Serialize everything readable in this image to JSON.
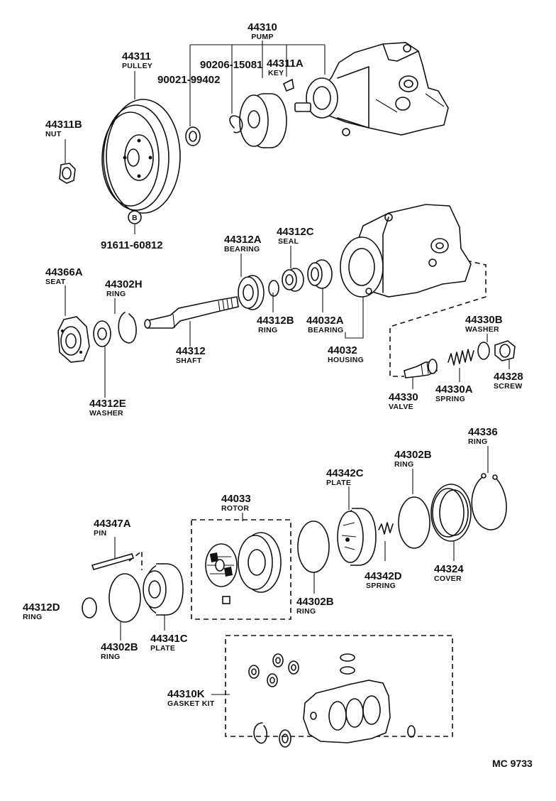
{
  "diagram": {
    "code": "MC 9733",
    "callout_letter": "B",
    "parts": {
      "p44310": {
        "number": "44310",
        "name": "PUMP"
      },
      "p44311": {
        "number": "44311",
        "name": "PULLEY"
      },
      "p90021": {
        "number": "90021-99402",
        "name": ""
      },
      "p90206": {
        "number": "90206-15081",
        "name": ""
      },
      "p44311A": {
        "number": "44311A",
        "name": "KEY"
      },
      "p44311B": {
        "number": "44311B",
        "name": "NUT"
      },
      "p91611": {
        "number": "91611-60812",
        "name": ""
      },
      "p44312A": {
        "number": "44312A",
        "name": "BEARING"
      },
      "p44312C": {
        "number": "44312C",
        "name": "SEAL"
      },
      "p44366A": {
        "number": "44366A",
        "name": "SEAT"
      },
      "p44302H": {
        "number": "44302H",
        "name": "RING"
      },
      "p44312B": {
        "number": "44312B",
        "name": "RING"
      },
      "p44032A": {
        "number": "44032A",
        "name": "BEARING"
      },
      "p44312": {
        "number": "44312",
        "name": "SHAFT"
      },
      "p44032": {
        "number": "44032",
        "name": "HOUSING"
      },
      "p44330B": {
        "number": "44330B",
        "name": "WASHER"
      },
      "p44328": {
        "number": "44328",
        "name": "SCREW"
      },
      "p44312E": {
        "number": "44312E",
        "name": "WASHER"
      },
      "p44330": {
        "number": "44330",
        "name": "VALVE"
      },
      "p44330A": {
        "number": "44330A",
        "name": "SPRING"
      },
      "p44336": {
        "number": "44336",
        "name": "RING"
      },
      "p44302B_top": {
        "number": "44302B",
        "name": "RING"
      },
      "p44342C": {
        "number": "44342C",
        "name": "PLATE"
      },
      "p44033": {
        "number": "44033",
        "name": "ROTOR"
      },
      "p44347A": {
        "number": "44347A",
        "name": "PIN"
      },
      "p44302B_mid": {
        "number": "44302B",
        "name": "RING"
      },
      "p44342D": {
        "number": "44342D",
        "name": "SPRING"
      },
      "p44324": {
        "number": "44324",
        "name": "COVER"
      },
      "p44312D": {
        "number": "44312D",
        "name": "RING"
      },
      "p44302B_low": {
        "number": "44302B",
        "name": "RING"
      },
      "p44341C": {
        "number": "44341C",
        "name": "PLATE"
      },
      "p44310K": {
        "number": "44310K",
        "name": "GASKET KIT"
      }
    }
  }
}
